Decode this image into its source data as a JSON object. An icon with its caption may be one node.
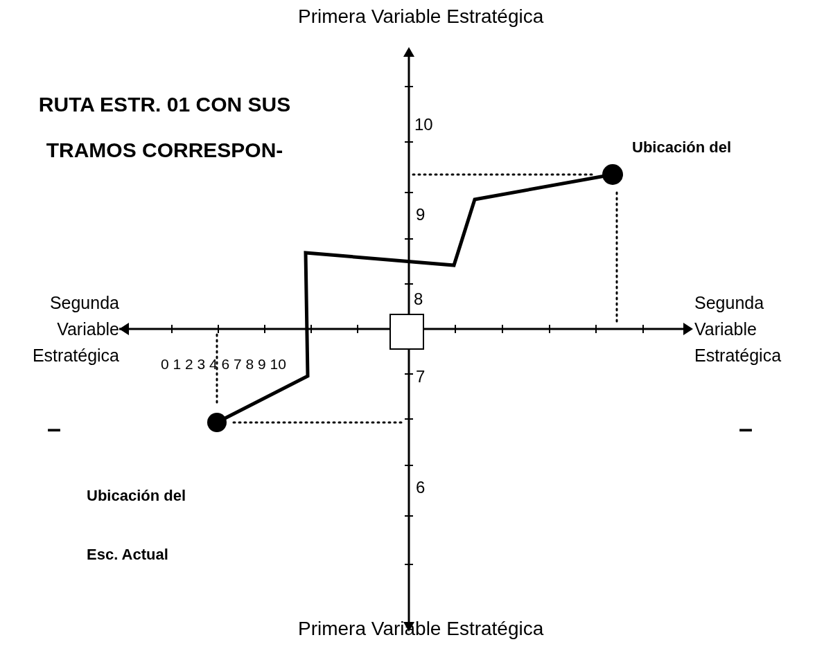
{
  "diagram": {
    "title": "RUTA ESTR. 01 CON SUS TRAMOS CORRESPON-",
    "nodes": [
      {
        "text": [],
        "shape": "circle",
        "beside": [
          "Ubicación del"
        ]
      },
      {
        "text": [],
        "shape": "circle",
        "beside": [
          "Ubicación del",
          "Esc. Actual"
        ]
      }
    ],
    "edges": [
      {
        "from": 1,
        "to": 0,
        "arrow": "none"
      }
    ],
    "labels": [
      "Primera Variable Estratégica",
      "10",
      "9",
      "Segunda Variable Estratégica",
      "8",
      "Segunda Variable Estratégica",
      "0 1 2 3 4 6 7 8 9 10",
      "7",
      "–",
      "–",
      "6",
      "Primera Variable Estratégica"
    ]
  }
}
